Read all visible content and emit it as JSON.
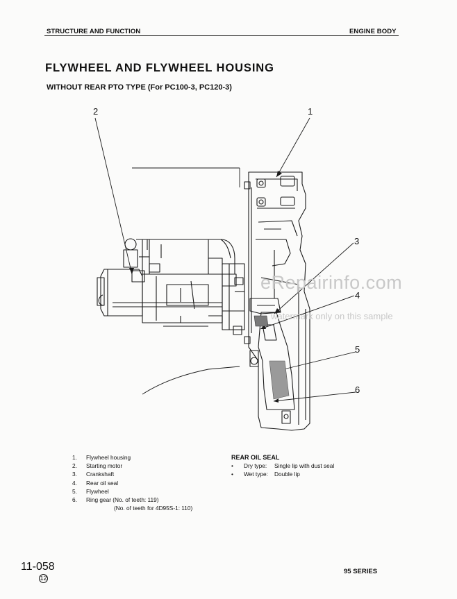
{
  "header": {
    "left": "STRUCTURE AND FUNCTION",
    "right": "ENGINE BODY"
  },
  "title": "FLYWHEEL AND FLYWHEEL HOUSING",
  "subtitle": "WITHOUT REAR PTO TYPE (For PC100-3, PC120-3)",
  "diagram": {
    "callouts": [
      "2",
      "1",
      "3",
      "4",
      "5",
      "6"
    ]
  },
  "parts": [
    {
      "num": "1.",
      "label": "Flywheel housing"
    },
    {
      "num": "2.",
      "label": "Starting motor"
    },
    {
      "num": "3.",
      "label": "Crankshaft"
    },
    {
      "num": "4.",
      "label": "Rear oil seal"
    },
    {
      "num": "5.",
      "label": "Flywheel"
    },
    {
      "num": "6.",
      "label": "Ring gear (No. of teeth:  119)"
    }
  ],
  "parts_note": "(No. of teeth for 4D95S-1: 110)",
  "rear_oil_seal": {
    "heading": "REAR OIL SEAL",
    "rows": [
      {
        "bullet": "•",
        "type": "Dry type:",
        "value": "Single lip with dust seal"
      },
      {
        "bullet": "•",
        "type": "Wet type:",
        "value": "Double lip"
      }
    ]
  },
  "watermark": {
    "line1": "eRepairinfo.com",
    "line2": "watermark only on this sample"
  },
  "footer": {
    "page": "11-058",
    "sub": "12",
    "series": "95 SERIES"
  }
}
